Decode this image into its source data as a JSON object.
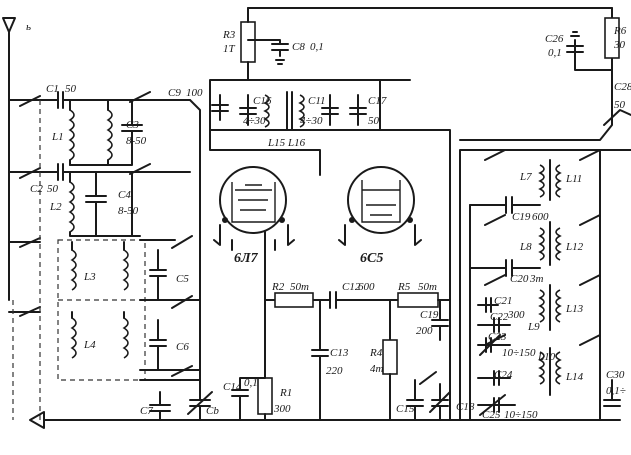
{
  "labels": {
    "R3": "R3",
    "R3_val": "1T",
    "C8": "C8",
    "C8_val": "0,1",
    "C26": "C26",
    "C26_val": "0,1",
    "R6": "R6",
    "R6_val": "30",
    "C28": "C28",
    "C28_val": "50",
    "C1": "C1",
    "C1_val": "50",
    "C2": "C2",
    "C2_val": "50",
    "C3": "C3",
    "C3_val": "8-50",
    "C4": "C4",
    "C4_val": "8-50",
    "C9": "C9",
    "C9_val": "100",
    "L1": "L1",
    "L2": "L2",
    "L3": "L3",
    "L4": "L4",
    "C16": "C16",
    "C16_val": "4÷30",
    "C11": "C11",
    "C11_val": "4÷30",
    "C17": "C17",
    "C17_val": "50",
    "L15": "L15",
    "L16": "L16",
    "tube1": "6Л7",
    "tube2": "6С5",
    "R2": "R2",
    "R2_val": "50т",
    "C12": "C12",
    "C12_val": "600",
    "R5": "R5",
    "R5_val": "50т",
    "C13": "C13",
    "C13_val": "220",
    "R4": "R4",
    "R4_val": "4т",
    "C19": "C19",
    "C19_val": "200",
    "C14": "C14",
    "C14_val": "0,1",
    "R1": "R1",
    "R1_val": "300",
    "C5": "C5",
    "C6": "C6",
    "C7": "C7",
    "Cb": "Cb",
    "C15": "C15",
    "C18": "C18",
    "L7": "L7",
    "L8": "L8",
    "L11": "L11",
    "L12": "L12",
    "L13": "L13",
    "L14": "L14",
    "L9": "L9",
    "L10": "L10",
    "C19b": "C19",
    "C19b_val": "600",
    "C20": "C20",
    "C20_val": "3т",
    "C21": "C21",
    "C22": "C22",
    "C22_val": "300",
    "C23": "C23",
    "C23_val": "10÷150",
    "C24": "C24",
    "C25": "C25",
    "C25_val": "10÷150",
    "C30": "C30",
    "C30_val": "0,1÷",
    "ant": "ь"
  }
}
